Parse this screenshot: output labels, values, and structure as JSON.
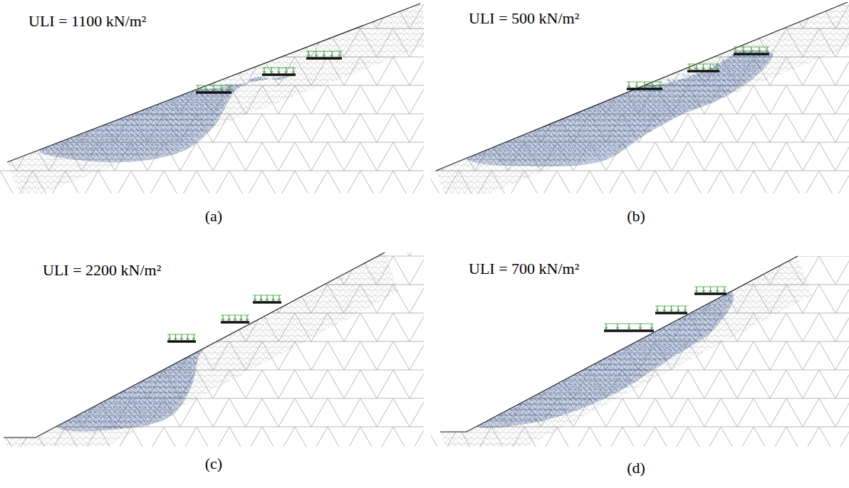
{
  "diagram": {
    "labels": [
      "ULI = 1100 kN/m²",
      "ULI = 500 kN/m²",
      "ULI = 2200 kN/m²",
      "ULI = 700 kN/m²",
      "(a)",
      "(b)",
      "(c)",
      "(d)"
    ]
  }
}
